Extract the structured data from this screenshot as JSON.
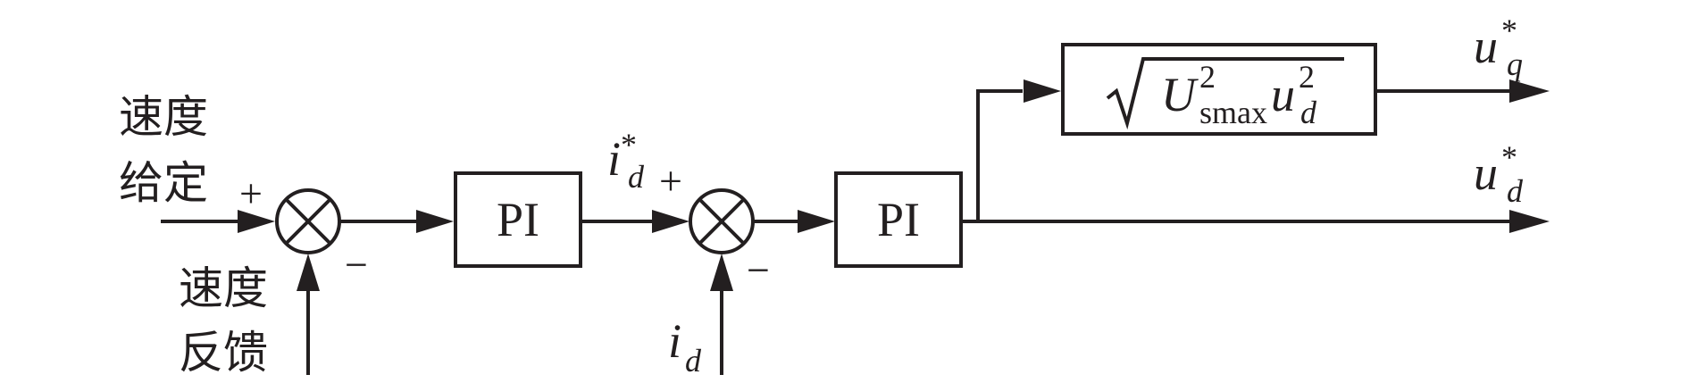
{
  "inputs": {
    "speed_reference": [
      "速度",
      "给定"
    ],
    "speed_feedback": [
      "速度",
      "反馈"
    ],
    "id_feedback": {
      "symbol": "i",
      "subscript": "d"
    }
  },
  "summing_junctions": [
    {
      "plus_sign": "+",
      "minus_sign": "−"
    },
    {
      "plus_sign": "+",
      "minus_sign": "−"
    }
  ],
  "blocks": {
    "pi_speed": "PI",
    "pi_current": "PI",
    "sqrt_block": {
      "U_symbol": "U",
      "U_superscript": "2",
      "U_subscript": "smax",
      "u_symbol": "u",
      "u_superscript": "2",
      "u_subscript": "d"
    }
  },
  "signals": {
    "id_ref": {
      "symbol": "i",
      "superscript": "*",
      "subscript": "d"
    },
    "uq_ref": {
      "symbol": "u",
      "superscript": "*",
      "subscript": "q"
    },
    "ud_ref": {
      "symbol": "u",
      "superscript": "*",
      "subscript": "d"
    }
  },
  "colors": {
    "stroke": "#231f20",
    "background": "#ffffff"
  }
}
